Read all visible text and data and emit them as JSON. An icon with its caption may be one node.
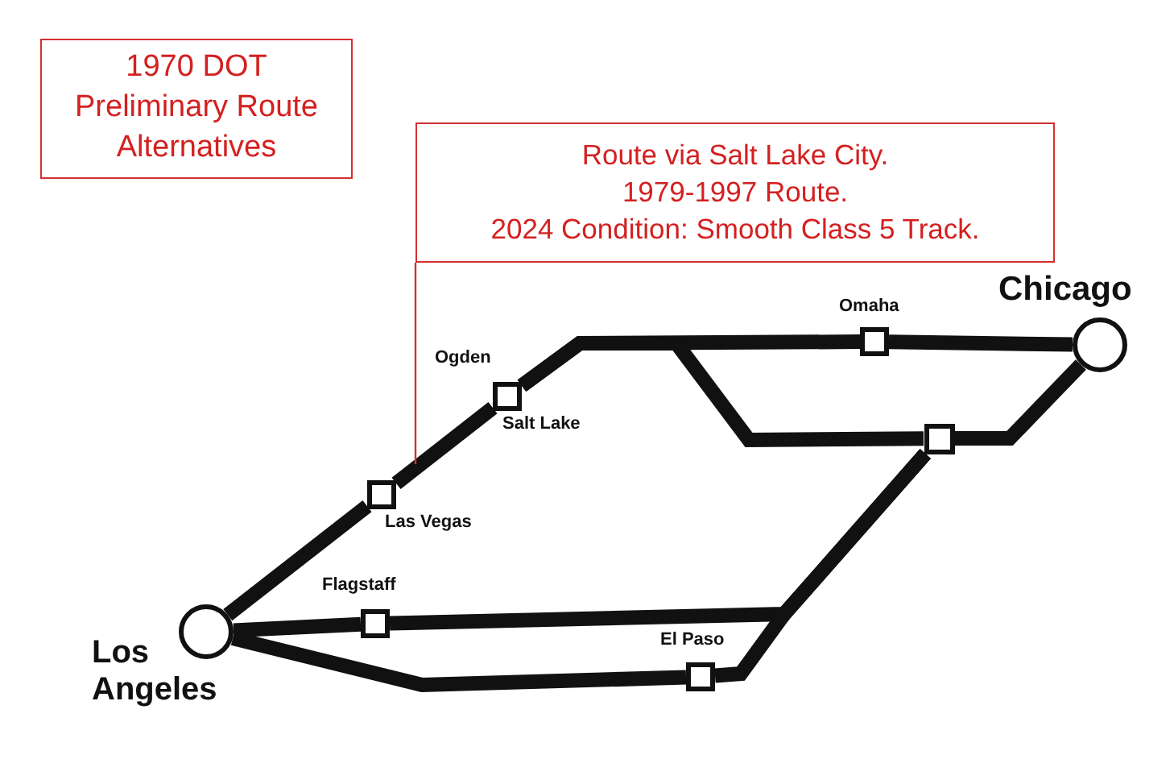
{
  "diagram": {
    "nodes": [
      {
        "text": [
          "1970 DOT Preliminary Route Alternatives"
        ]
      },
      {
        "text": [
          "Route via Salt Lake City.",
          "1979-1997 Route.",
          "2024 Condition: Smooth Class 5 Track."
        ]
      },
      {
        "text": [
          "Chicago"
        ]
      },
      {
        "text": [
          "Omaha"
        ]
      },
      {
        "text": [
          "Ogden",
          "Salt Lake"
        ]
      },
      {
        "text": [],
        "shape": "box"
      },
      {
        "text": [
          "Las Vegas"
        ]
      },
      {
        "text": [
          "Flagstaff"
        ]
      },
      {
        "text": [
          "Los Angeles"
        ]
      },
      {
        "text": [
          "El Paso"
        ]
      }
    ],
    "edges": [
      {
        "from": 8,
        "to": 6,
        "arrow": "none"
      },
      {
        "from": 6,
        "to": 4,
        "arrow": "none"
      },
      {
        "from": 4,
        "to": 3,
        "arrow": "none"
      },
      {
        "from": 3,
        "to": 2,
        "arrow": "none"
      },
      {
        "from": 4,
        "to": 5,
        "arrow": "none"
      },
      {
        "from": 5,
        "to": 2,
        "arrow": "none"
      },
      {
        "from": 8,
        "to": 7,
        "arrow": "none"
      },
      {
        "from": 7,
        "to": 5,
        "arrow": "none"
      },
      {
        "from": 8,
        "to": 9,
        "arrow": "none"
      },
      {
        "from": 9,
        "to": 5,
        "arrow": "none"
      },
      {
        "from": 1,
        "to": null,
        "arrow": "none",
        "color": "#d32f2f"
      }
    ]
  }
}
